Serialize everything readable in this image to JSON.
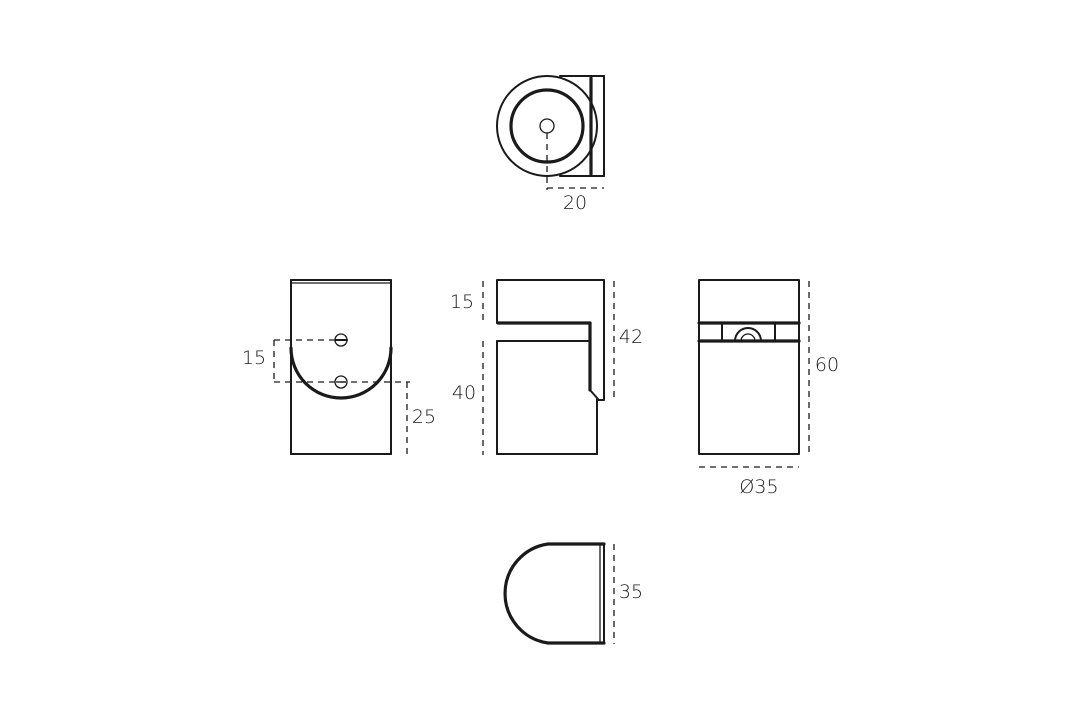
{
  "drawing": {
    "type": "technical-orthographic-drawing",
    "units": "mm",
    "colors": {
      "line": "#1a1a1a",
      "background": "#ffffff"
    },
    "views": {
      "top": {
        "dimensions": {
          "width": "20"
        }
      },
      "side_left": {
        "dimensions": {
          "screw_spacing": "15",
          "lower_screw_height": "25"
        }
      },
      "front": {
        "dimensions": {
          "top_section": "15",
          "lower_section": "40",
          "slot_depth": "42"
        }
      },
      "side_right": {
        "dimensions": {
          "height": "60",
          "diameter": "Ø35"
        }
      },
      "bottom": {
        "dimensions": {
          "depth": "35"
        }
      }
    }
  }
}
